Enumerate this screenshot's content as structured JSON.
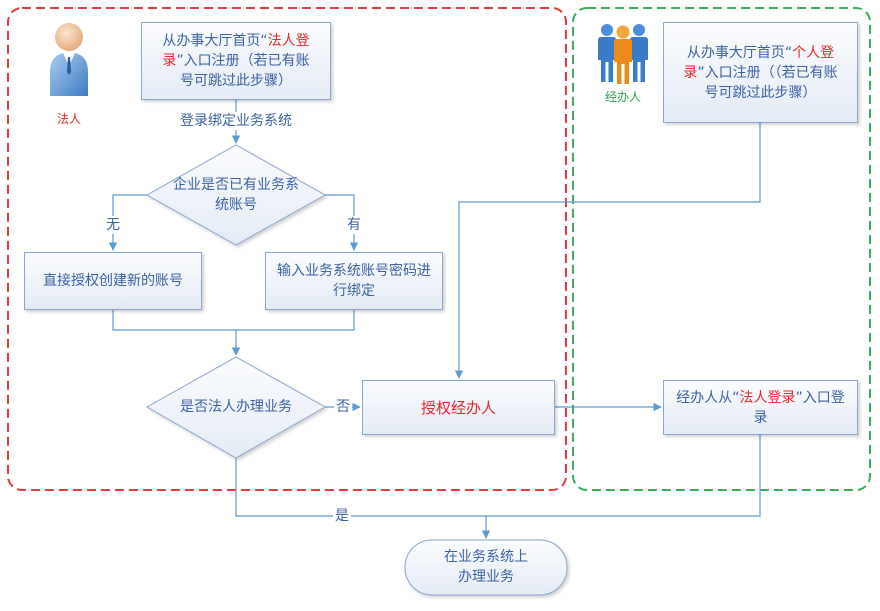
{
  "roles": {
    "legal_person_label": "法人",
    "agent_label": "经办人"
  },
  "legal_register": {
    "text_before": "从办事大厅首页“",
    "text_highlight": "法人登录",
    "text_after": "”入口注册（若已有账号可跳过此步骤）"
  },
  "bind_system_label": "登录绑定业务系统",
  "has_account_decision": "企业是否已有业务系统账号",
  "branch_no_label": "无",
  "branch_yes_label": "有",
  "create_account": "直接授权创建新的账号",
  "bind_account": "输入业务系统账号密码进行绑定",
  "is_legal_decision": "是否法人办理业务",
  "branch_not_legal_label": "否",
  "authorize_agent": "授权经办人",
  "branch_is_legal_label": "是",
  "agent_register": {
    "text_before": "从办事大厅首页“",
    "text_highlight": "个人登录",
    "text_after": "”入口注册（（若已有账号可跳过此步骤）"
  },
  "agent_login": {
    "text_before": "经办人从“",
    "text_highlight": "法人登录",
    "text_after": "”入口登录"
  },
  "handle_business": "在业务系统上办理业务",
  "icons": {
    "legal_person": "person-icon",
    "agent": "group-icon"
  },
  "colors": {
    "text": "#3b62a4",
    "highlight": "#e8262c",
    "legal_person_label": "#e8262c",
    "agent_label": "#2f9e4f",
    "legal_frame": "#e53a3f",
    "agent_frame": "#3aae58",
    "connector": "#5b9bd5",
    "node_border": "#88a6cf"
  }
}
